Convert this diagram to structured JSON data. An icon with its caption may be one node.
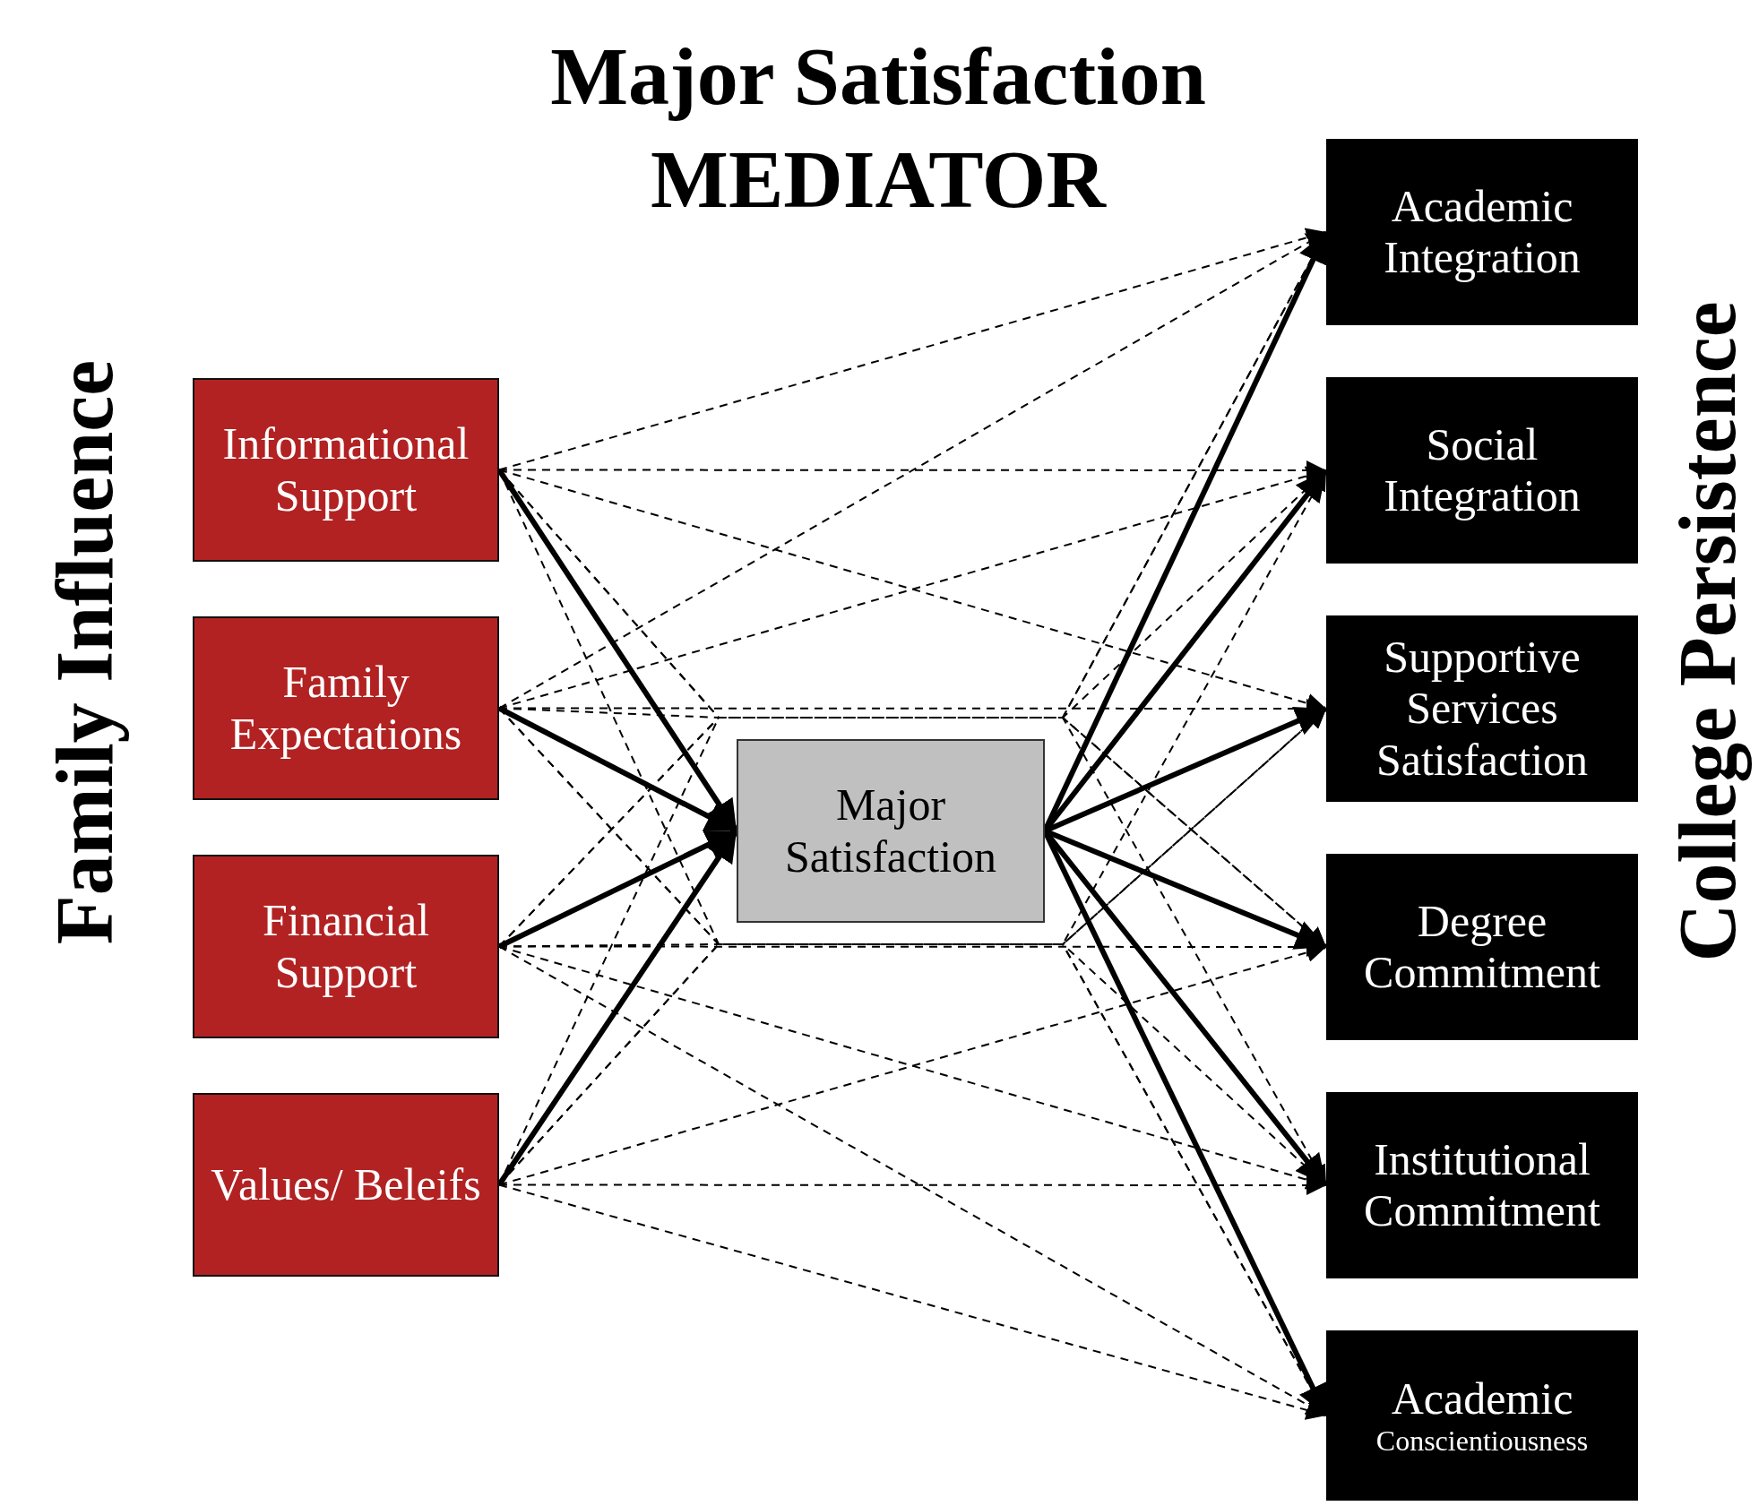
{
  "diagram": {
    "title": "Major Satisfaction MEDIATOR",
    "nodes": [
      {
        "text": [
          "Informational Support"
        ]
      },
      {
        "text": [
          "Family Expectations"
        ]
      },
      {
        "text": [
          "Financial Support"
        ]
      },
      {
        "text": [
          "Values/ Beleifs"
        ]
      },
      {
        "text": [
          "Major Satisfaction"
        ]
      },
      {
        "text": [
          "Academic Integration"
        ]
      },
      {
        "text": [
          "Social Integration"
        ]
      },
      {
        "text": [
          "Supportive Services Satisfaction"
        ]
      },
      {
        "text": [
          "Degree Commitment"
        ]
      },
      {
        "text": [
          "Institutional Commitment"
        ]
      },
      {
        "text": [
          "Academic",
          "Conscientiousness"
        ]
      }
    ],
    "edges": [
      {
        "from": 0,
        "to": 4,
        "arrow": "to",
        "style": "thick"
      },
      {
        "from": 1,
        "to": 4,
        "arrow": "to",
        "style": "thick"
      },
      {
        "from": 2,
        "to": 4,
        "arrow": "to",
        "style": "thick"
      },
      {
        "from": 3,
        "to": 4,
        "arrow": "to",
        "style": "thick"
      },
      {
        "from": 4,
        "to": 5,
        "arrow": "to",
        "style": "thick"
      },
      {
        "from": 4,
        "to": 6,
        "arrow": "to",
        "style": "thick"
      },
      {
        "from": 4,
        "to": 7,
        "arrow": "to",
        "style": "thick"
      },
      {
        "from": 4,
        "to": 8,
        "arrow": "to",
        "style": "thick"
      },
      {
        "from": 4,
        "to": 9,
        "arrow": "to",
        "style": "thick"
      },
      {
        "from": 4,
        "to": 10,
        "arrow": "to",
        "style": "thick"
      },
      {
        "from": 0,
        "to": 5,
        "arrow": "to",
        "style": "dashed"
      },
      {
        "from": 0,
        "to": 6,
        "arrow": "to",
        "style": "dashed"
      },
      {
        "from": 0,
        "to": 7,
        "arrow": "to",
        "style": "dashed"
      },
      {
        "from": 0,
        "to": 8,
        "arrow": "to",
        "style": "dashed"
      },
      {
        "from": 0,
        "to": 9,
        "arrow": "to",
        "style": "dashed"
      },
      {
        "from": 0,
        "to": 10,
        "arrow": "to",
        "style": "dashed"
      },
      {
        "from": 1,
        "to": 5,
        "arrow": "to",
        "style": "dashed"
      },
      {
        "from": 1,
        "to": 6,
        "arrow": "to",
        "style": "dashed"
      },
      {
        "from": 1,
        "to": 7,
        "arrow": "to",
        "style": "dashed"
      },
      {
        "from": 1,
        "to": 8,
        "arrow": "to",
        "style": "dashed"
      },
      {
        "from": 1,
        "to": 9,
        "arrow": "to",
        "style": "dashed"
      },
      {
        "from": 1,
        "to": 10,
        "arrow": "to",
        "style": "dashed"
      },
      {
        "from": 2,
        "to": 5,
        "arrow": "to",
        "style": "dashed"
      },
      {
        "from": 2,
        "to": 6,
        "arrow": "to",
        "style": "dashed"
      },
      {
        "from": 2,
        "to": 7,
        "arrow": "to",
        "style": "dashed"
      },
      {
        "from": 2,
        "to": 8,
        "arrow": "to",
        "style": "dashed"
      },
      {
        "from": 2,
        "to": 9,
        "arrow": "to",
        "style": "dashed"
      },
      {
        "from": 2,
        "to": 10,
        "arrow": "to",
        "style": "dashed"
      },
      {
        "from": 3,
        "to": 5,
        "arrow": "to",
        "style": "dashed"
      },
      {
        "from": 3,
        "to": 6,
        "arrow": "to",
        "style": "dashed"
      },
      {
        "from": 3,
        "to": 7,
        "arrow": "to",
        "style": "dashed"
      },
      {
        "from": 3,
        "to": 8,
        "arrow": "to",
        "style": "dashed"
      },
      {
        "from": 3,
        "to": 9,
        "arrow": "to",
        "style": "dashed"
      },
      {
        "from": 3,
        "to": 10,
        "arrow": "to",
        "style": "dashed"
      }
    ],
    "labels": [
      "Family Influence",
      "College Persistence"
    ]
  }
}
